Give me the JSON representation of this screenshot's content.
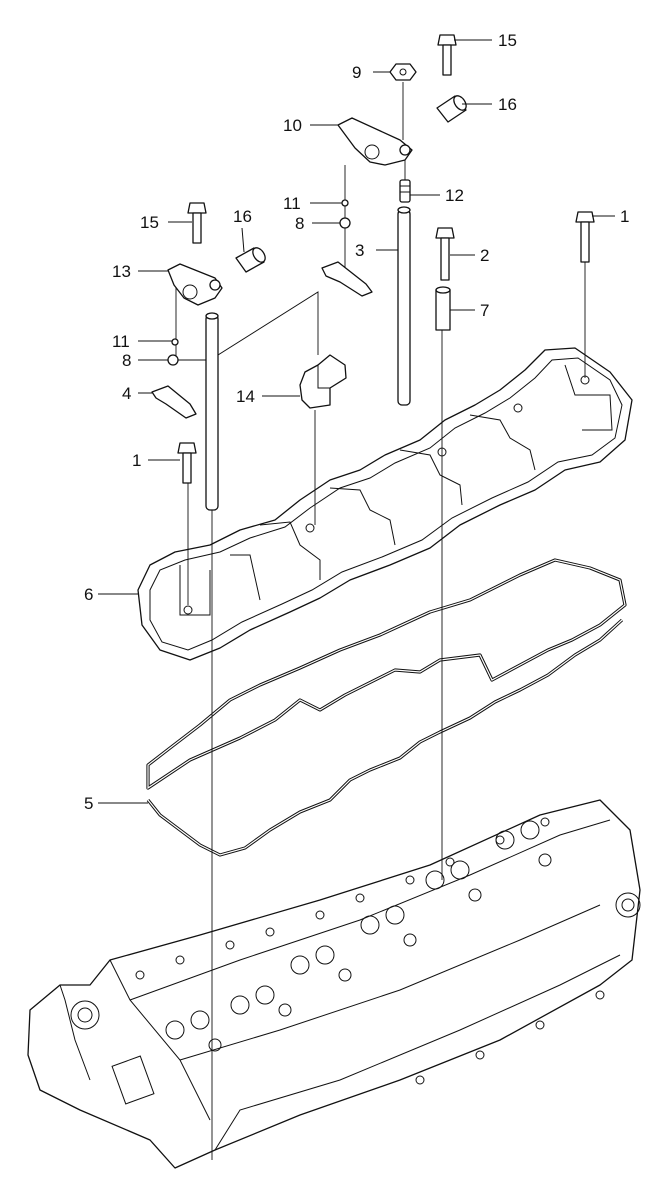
{
  "diagram": {
    "type": "exploded-parts-diagram",
    "callouts": [
      {
        "id": "c1a",
        "label": "1"
      },
      {
        "id": "c1b",
        "label": "1"
      },
      {
        "id": "c2",
        "label": "2"
      },
      {
        "id": "c3",
        "label": "3"
      },
      {
        "id": "c4",
        "label": "4"
      },
      {
        "id": "c5",
        "label": "5"
      },
      {
        "id": "c6",
        "label": "6"
      },
      {
        "id": "c7",
        "label": "7"
      },
      {
        "id": "c8a",
        "label": "8"
      },
      {
        "id": "c8b",
        "label": "8"
      },
      {
        "id": "c9",
        "label": "9"
      },
      {
        "id": "c10",
        "label": "10"
      },
      {
        "id": "c11a",
        "label": "11"
      },
      {
        "id": "c11b",
        "label": "11"
      },
      {
        "id": "c12",
        "label": "12"
      },
      {
        "id": "c13",
        "label": "13"
      },
      {
        "id": "c14",
        "label": "14"
      },
      {
        "id": "c15a",
        "label": "15"
      },
      {
        "id": "c15b",
        "label": "15"
      },
      {
        "id": "c16a",
        "label": "16"
      },
      {
        "id": "c16b",
        "label": "16"
      }
    ]
  }
}
